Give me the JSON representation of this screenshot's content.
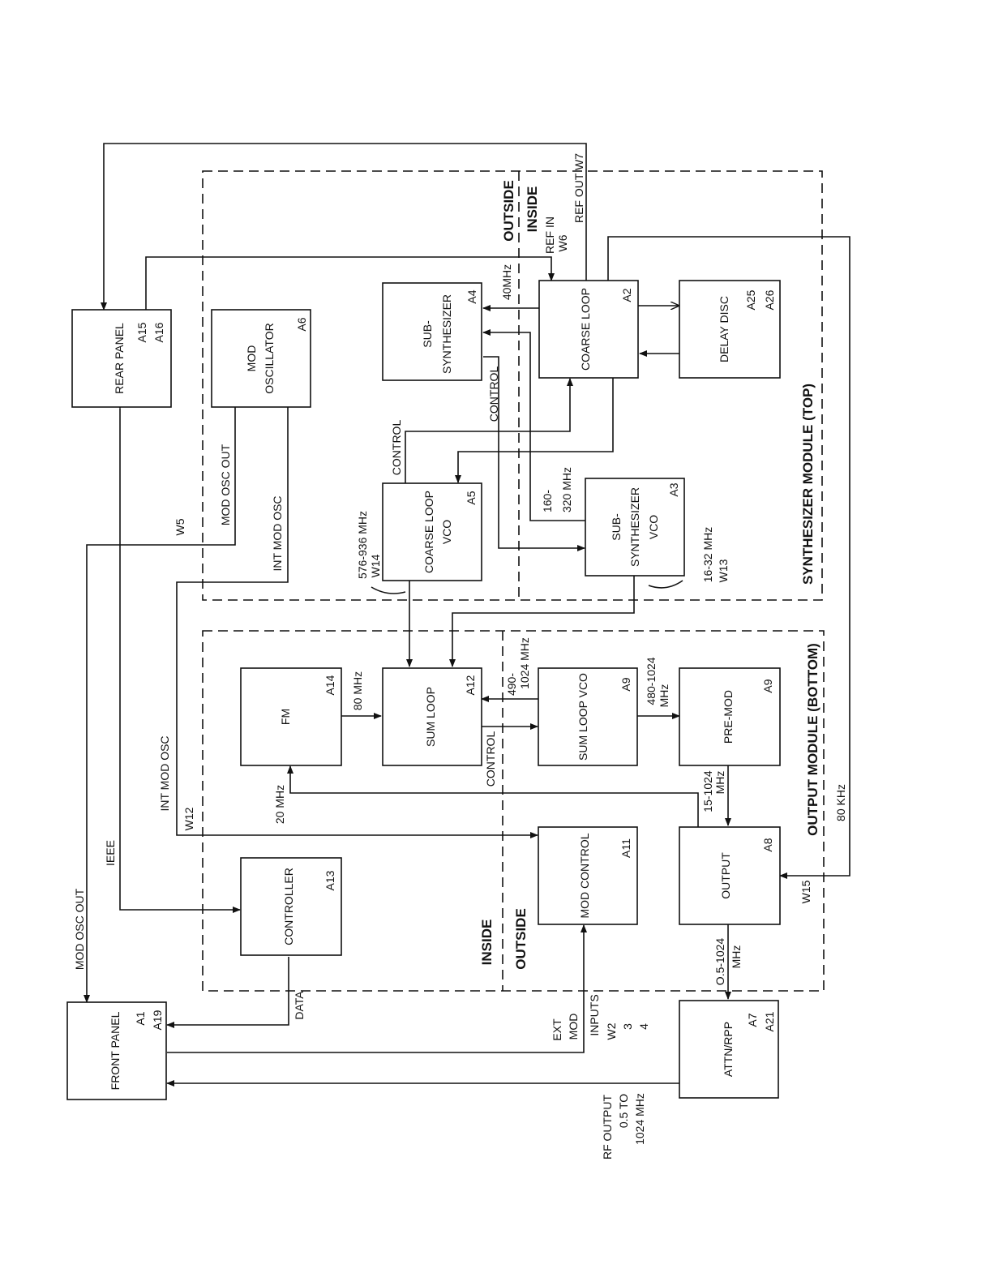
{
  "blocks": {
    "rear_panel": {
      "name": "REAR PANEL",
      "ref1": "A15",
      "ref2": "A16"
    },
    "mod_osc": {
      "name1": "MOD",
      "name2": "OSCILLATOR",
      "ref": "A6"
    },
    "sub_synth_a4": {
      "name1": "SUB-",
      "name2": "SYNTHESIZER",
      "ref": "A4"
    },
    "coarse_loop": {
      "name": "COARSE LOOP",
      "ref": "A2"
    },
    "delay_disc": {
      "name": "DELAY DISC",
      "ref1": "A25",
      "ref2": "A26"
    },
    "coarse_vco": {
      "name1": "COARSE LOOP",
      "name2": "VCO",
      "ref": "A5"
    },
    "sub_synth_vco": {
      "name1": "SUB-",
      "name2": "SYNTHESIZER",
      "name3": "VCO",
      "ref": "A3"
    },
    "fm": {
      "name": "FM",
      "ref": "A14"
    },
    "sum_loop": {
      "name": "SUM LOOP",
      "ref": "A12"
    },
    "sum_loop_vco": {
      "name": "SUM LOOP VCO",
      "ref": "A9"
    },
    "pre_mod": {
      "name": "PRE-MOD",
      "ref": "A9"
    },
    "controller": {
      "name": "CONTROLLER",
      "ref": "A13"
    },
    "mod_control": {
      "name": "MOD CONTROL",
      "ref": "A11"
    },
    "output": {
      "name": "OUTPUT",
      "ref": "A8"
    },
    "front_panel": {
      "name": "FRONT PANEL",
      "ref1": "A1",
      "ref2": "A19"
    },
    "attn_rpp": {
      "name": "ATTN/RPP",
      "ref1": "A7",
      "ref2": "A21"
    }
  },
  "regions": {
    "synth_module": "SYNTHESIZER MODULE (TOP)",
    "output_module": "OUTPUT MODULE (BOTTOM)",
    "outside_top": "OUTSIDE",
    "inside_top": "INSIDE",
    "inside_bottom": "INSIDE",
    "outside_bottom": "OUTSIDE"
  },
  "signals": {
    "ref_in": "REF IN",
    "w6": "W6",
    "ref_out": "REF OUT W7",
    "f40": "40MHz",
    "control_a4": "CONTROL",
    "control_a5": "CONTROL",
    "f160a": "160-",
    "f160b": "320 MHz",
    "f576": "576-936 MHz",
    "w14": "W14",
    "f16": "16-32 MHz",
    "w13": "W13",
    "mod_osc_out": "MOD OSC OUT",
    "int_mod_osc": "INT MOD OSC",
    "w5": "W5",
    "f80": "80 MHz",
    "f490a": "490-",
    "f490b": "1024 MHz",
    "control_sum": "CONTROL",
    "f480a": "480-1024",
    "f480b": "MHz",
    "f20": "20 MHz",
    "int_mod_osc_2": "INT MOD OSC",
    "w12": "W12",
    "ieee": "IEEE",
    "f15a": "15-1024",
    "f15b": "MHz",
    "k80": "80 KHz",
    "w15": "W15",
    "f05a": "O.5-1024",
    "f05b": "MHz",
    "data": "DATA",
    "mod_osc_out_2": "MOD OSC OUT",
    "ext_mod1": "EXT",
    "ext_mod2": "MOD",
    "inputs1": "INPUTS",
    "inputs2": "W2",
    "inputs3": "3",
    "inputs4": "4",
    "rf1": "RF OUTPUT",
    "rf2": "0.5 TO",
    "rf3": "1024 MHz"
  }
}
